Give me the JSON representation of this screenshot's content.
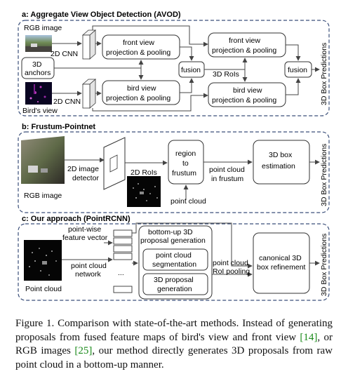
{
  "panel_a": {
    "title": "a: Aggregate View Object Detection (AVOD)",
    "rgb_image": "RGB image",
    "anchors_1": "3D",
    "anchors_2": "anchors",
    "birds_view": "Bird's view",
    "cnn_top": "2D CNN",
    "cnn_bottom": "2D CNN",
    "fv_pool_1": "front view",
    "fv_pool_2": "projection & pooling",
    "bv_pool_1": "bird view",
    "bv_pool_2": "projection & pooling",
    "fusion_1": "fusion",
    "rois": "3D RoIs",
    "fv_pool2_1": "front view",
    "fv_pool2_2": "projection & pooling",
    "bv_pool2_1": "bird view",
    "bv_pool2_2": "projection & pooling",
    "fusion_2": "fusion",
    "side": "3D Box Predictions"
  },
  "panel_b": {
    "title": "b: Frustum-Pointnet",
    "rgb_image": "RGB image",
    "detector_1": "2D image",
    "detector_2": "detector",
    "rois": "2D RoIs",
    "region_1": "region",
    "region_2": "to",
    "region_3": "frustum",
    "pcf_1": "point cloud",
    "pcf_2": "in frustum",
    "point_cloud": "point cloud",
    "est_1": "3D box",
    "est_2": "estimation",
    "side": "3D Box Predictions"
  },
  "panel_c": {
    "title": "c: Our approach (PointRCNN)",
    "feature_1": "point-wise",
    "feature_2": "feature vector",
    "network_1": "point cloud",
    "network_2": "network",
    "point_cloud": "Point cloud",
    "dots": "...",
    "bu_1": "bottom-up 3D",
    "bu_2": "proposal generation",
    "seg_1": "point cloud",
    "seg_2": "segmentation",
    "prop_1": "3D proposal",
    "prop_2": "generation",
    "roi_1": "point cloud",
    "roi_2": "RoI pooling",
    "canon_1": "canonical 3D",
    "canon_2": "box refinement",
    "side": "3D Box Predictions"
  },
  "caption": {
    "lead": "Figure 1. Comparison with state-of-the-art methods. Instead of generating proposals from fused feature maps of bird's view and front view ",
    "ref1": "[14]",
    "mid": ", or RGB images ",
    "ref2": "[25]",
    "tail": ", our method directly generates 3D proposals from raw point cloud in a bottom-up manner."
  },
  "colors": {
    "panel_border": "#3b4f7a",
    "reference_link": "#1a8a1a",
    "lidar_magenta": "#c03ac0"
  }
}
